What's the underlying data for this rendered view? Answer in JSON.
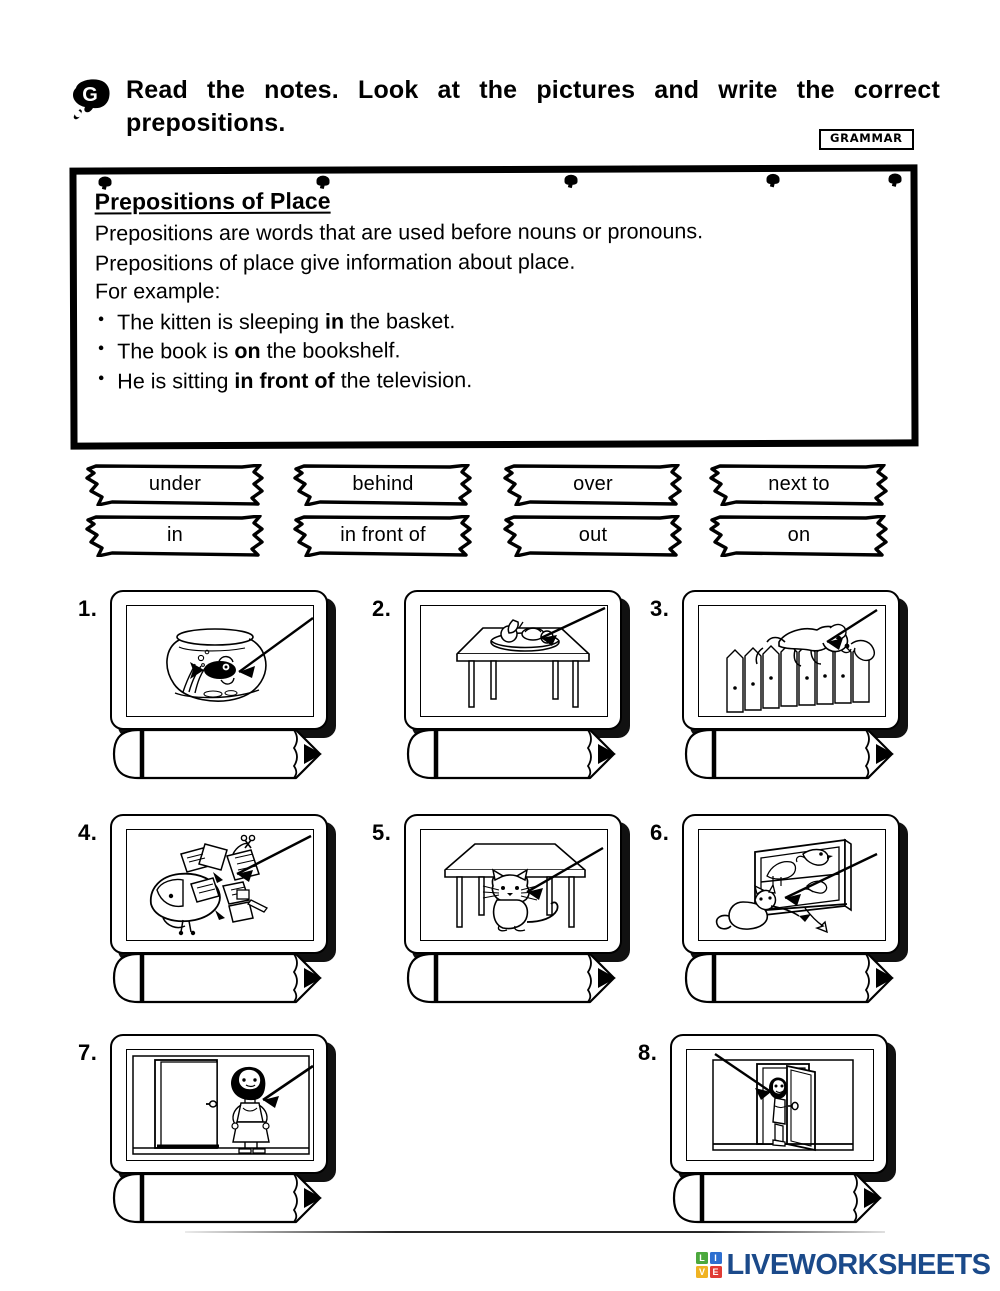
{
  "header": {
    "icon_letter": "G",
    "icon_name": "grammar-blob-icon",
    "instruction": "Read the notes. Look at the pictures and write the correct prepositions.",
    "badge": "GRAMMAR"
  },
  "notes": {
    "title": "Prepositions of Place",
    "paragraph1": "Prepositions are words that are used before nouns or pronouns.",
    "paragraph2": "Prepositions of place give information about place.",
    "paragraph3": "For example:",
    "examples": [
      {
        "pre": "The kitten is sleeping ",
        "bold": "in",
        "post": " the basket."
      },
      {
        "pre": "The book is ",
        "bold": "on",
        "post": " the bookshelf."
      },
      {
        "pre": "He is sitting ",
        "bold": "in front of",
        "post": " the television."
      }
    ]
  },
  "word_bank": [
    {
      "label": "under"
    },
    {
      "label": "behind"
    },
    {
      "label": "over"
    },
    {
      "label": "next to"
    },
    {
      "label": "in"
    },
    {
      "label": "in front of"
    },
    {
      "label": "out"
    },
    {
      "label": "on"
    }
  ],
  "exercises": [
    {
      "number": "1.",
      "picture": "fishbowl-with-fish",
      "answer_value": "",
      "answer_placeholder": ""
    },
    {
      "number": "2.",
      "picture": "fruit-bowl-on-table",
      "answer_value": "",
      "answer_placeholder": ""
    },
    {
      "number": "3.",
      "picture": "dog-jumping-over-fence",
      "answer_value": "",
      "answer_placeholder": ""
    },
    {
      "number": "4.",
      "picture": "books-out-of-backpack",
      "answer_value": "",
      "answer_placeholder": ""
    },
    {
      "number": "5.",
      "picture": "cat-under-table",
      "answer_value": "",
      "answer_placeholder": ""
    },
    {
      "number": "6.",
      "picture": "cat-and-bird-at-window",
      "answer_value": "",
      "answer_placeholder": ""
    },
    {
      "number": "7.",
      "picture": "girl-next-to-door",
      "answer_value": "",
      "answer_placeholder": ""
    },
    {
      "number": "8.",
      "picture": "person-behind-door",
      "answer_value": "",
      "answer_placeholder": ""
    }
  ],
  "footer": {
    "logo_squares": [
      {
        "letter": "L",
        "color": "#4ca83d"
      },
      {
        "letter": "I",
        "color": "#2d6fd0"
      },
      {
        "letter": "V",
        "color": "#f0b323"
      },
      {
        "letter": "E",
        "color": "#e03a34"
      }
    ],
    "logo_text": "LIVEWORKSHEETS",
    "logo_text_color": "#1b4a8a"
  }
}
